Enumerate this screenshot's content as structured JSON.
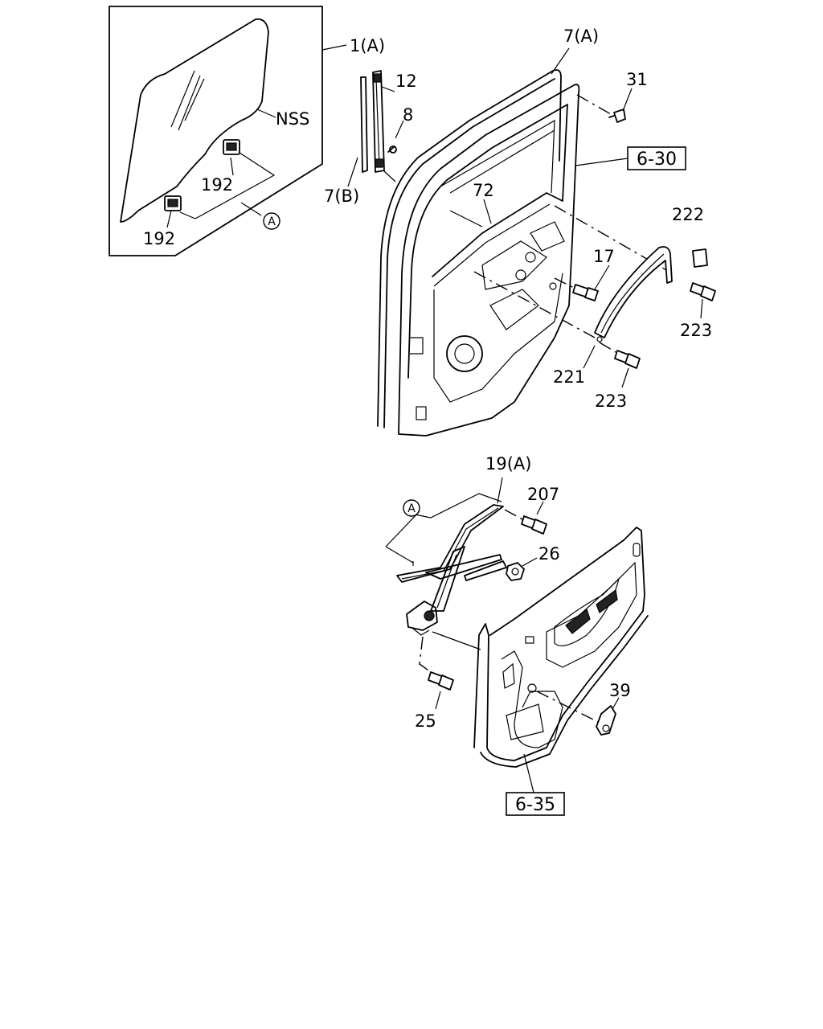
{
  "diagram": {
    "callouts": {
      "glass_1a": "1(A)",
      "nss": "NSS",
      "clip_192_upper": "192",
      "clip_192_lower": "192",
      "channel_12": "12",
      "screw_8": "8",
      "run_7b": "7(B)",
      "weatherstrip_7a": "7(A)",
      "screw_31": "31",
      "ref_6_30": "6-30",
      "part_72": "72",
      "trim_222": "222",
      "bolt_17": "17",
      "bolt_223_right": "223",
      "bracket_221": "221",
      "bolt_223_lower": "223",
      "regulator_19a": "19(A)",
      "bolt_207": "207",
      "nut_26": "26",
      "bolt_25": "25",
      "handle_39": "39",
      "ref_6_35": "6-35",
      "mark_a_upper": "A",
      "mark_a_lower": "A"
    }
  }
}
